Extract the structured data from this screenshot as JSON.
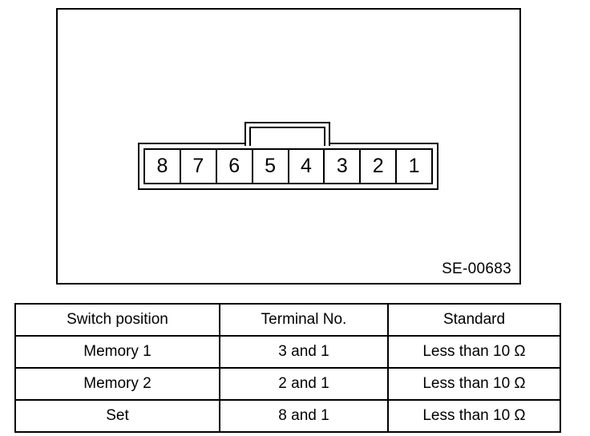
{
  "diagram": {
    "reference_code": "SE-00683",
    "connector": {
      "name": "8-pin-connector",
      "latch_tab": "latch-tab",
      "pin_count": 8,
      "pins": [
        "8",
        "7",
        "6",
        "5",
        "4",
        "3",
        "2",
        "1"
      ]
    }
  },
  "table": {
    "headers": [
      "Switch position",
      "Terminal No.",
      "Standard"
    ],
    "rows": [
      {
        "switch_position": "Memory 1",
        "terminal_no": "3 and 1",
        "standard": "Less than 10 Ω"
      },
      {
        "switch_position": "Memory 2",
        "terminal_no": "2 and 1",
        "standard": "Less than 10 Ω"
      },
      {
        "switch_position": "Set",
        "terminal_no": "8 and 1",
        "standard": "Less than 10 Ω"
      }
    ]
  },
  "colors": {
    "ink": "#000000",
    "paper": "#ffffff"
  }
}
